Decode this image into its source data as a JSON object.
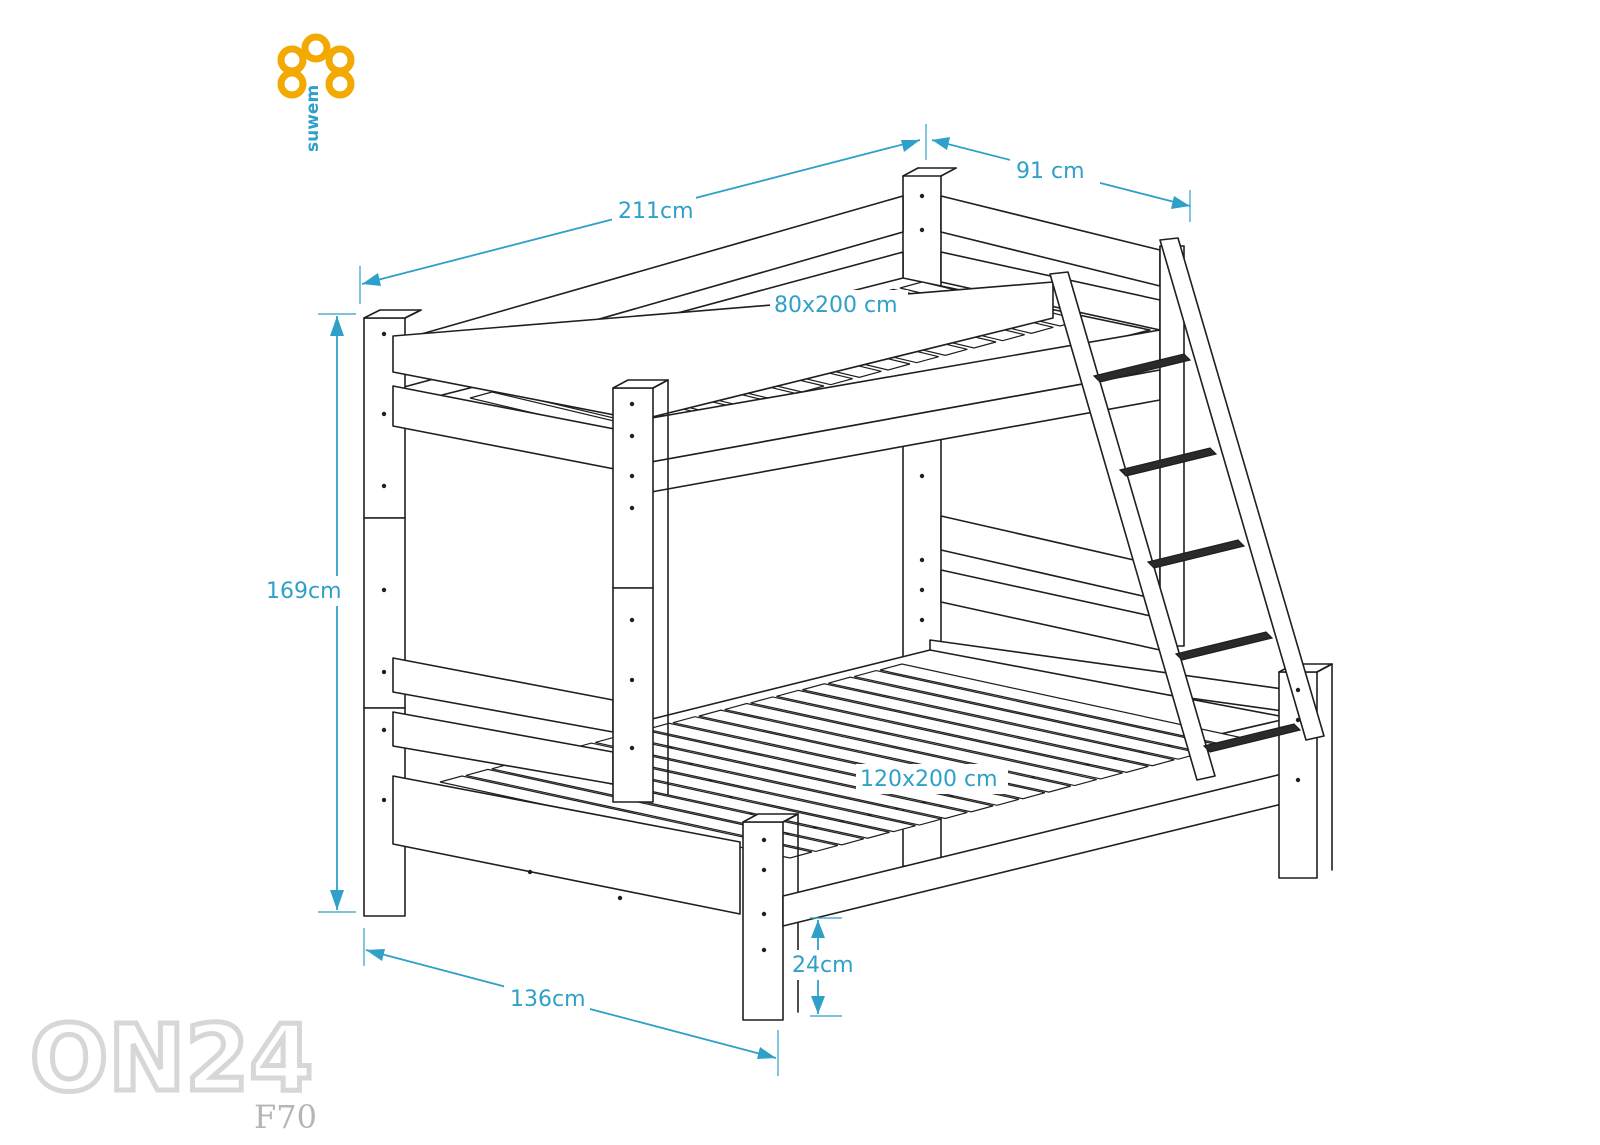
{
  "brand": {
    "logo_text": "suwem",
    "logo_color": "#f2a900",
    "watermark": "ON24",
    "product_code": "F70"
  },
  "dimensions": {
    "length_top": "211cm",
    "depth": "91 cm",
    "height": "169cm",
    "width_bottom": "136cm",
    "clearance": "24cm"
  },
  "mattresses": {
    "upper": "80x200 cm",
    "lower": "120x200 cm"
  },
  "colors": {
    "dimension": "#2fa0c8",
    "lines": "#1f1f1f",
    "ladder_treads": "#2a2a2a"
  }
}
